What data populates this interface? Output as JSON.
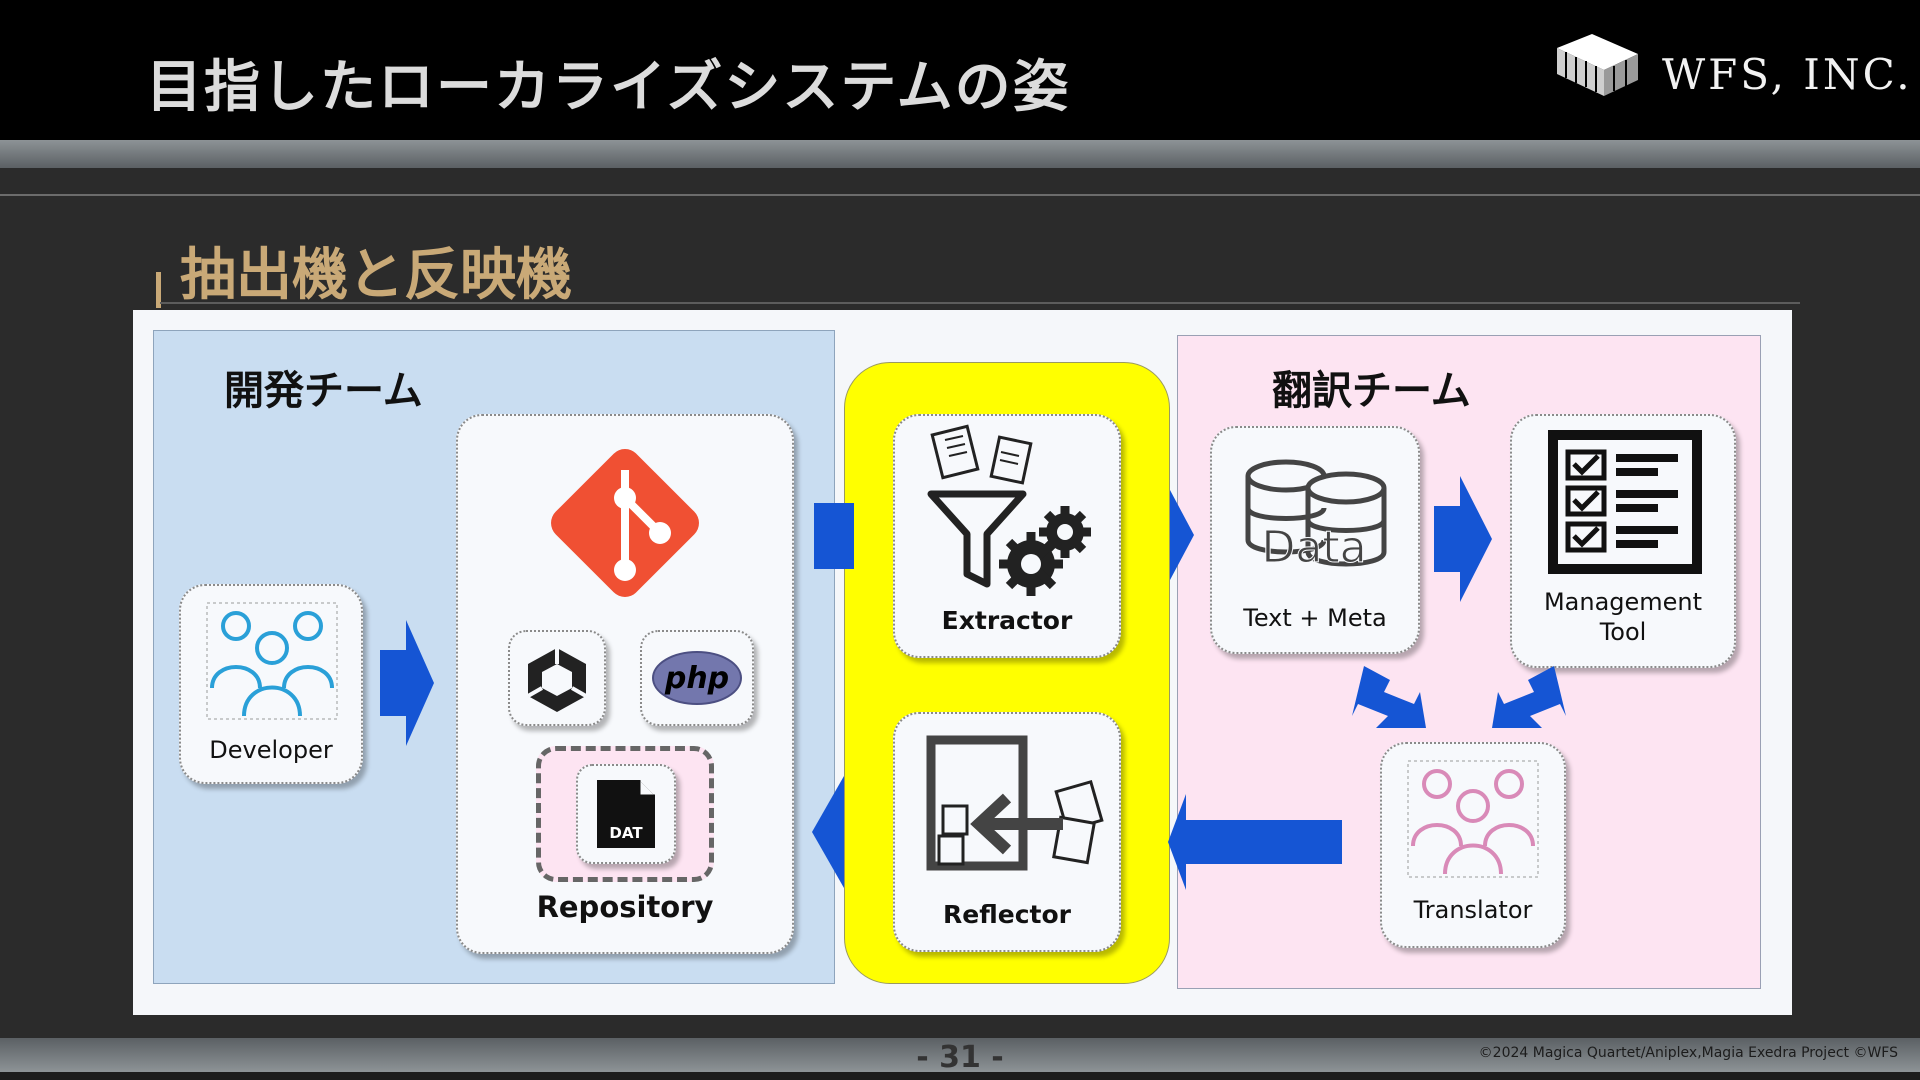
{
  "header": {
    "title": "目指したローカライズシステムの姿",
    "logo_text": "WFS, INC."
  },
  "section_title": "抽出機と反映機",
  "diagram": {
    "dev_team": {
      "label": "開発チーム",
      "developer_label": "Developer",
      "repository_label": "Repository",
      "file_badge": "DAT",
      "php_logo": "php"
    },
    "tools": {
      "extractor_label": "Extractor",
      "reflector_label": "Reflector"
    },
    "trans_team": {
      "label": "翻訳チーム",
      "data_icon_text": "Data",
      "text_meta_label": "Text + Meta",
      "management_label_line1": "Management",
      "management_label_line2": "Tool",
      "translator_label": "Translator"
    }
  },
  "footer": {
    "page_number": "- 31 -",
    "copyright": "©2024 Magica Quartet/Aniplex,Magia Exedra Project ©WFS"
  },
  "colors": {
    "dev_area": "#c9ddf1",
    "trans_area": "#fde4f2",
    "tool_area": "#ffff00",
    "arrow": "#1555d4",
    "git": "#f05033",
    "developer_icon": "#2aa0d8",
    "translator_icon": "#d98ab8",
    "section_title": "#c9a977"
  },
  "icons": [
    "wfs-logo-icon",
    "git-icon",
    "unity-icon",
    "php-icon",
    "dat-file-icon",
    "developer-group-icon",
    "extractor-funnel-gears-icon",
    "reflector-arrow-icon",
    "database-icon",
    "checklist-icon",
    "translator-group-icon"
  ]
}
